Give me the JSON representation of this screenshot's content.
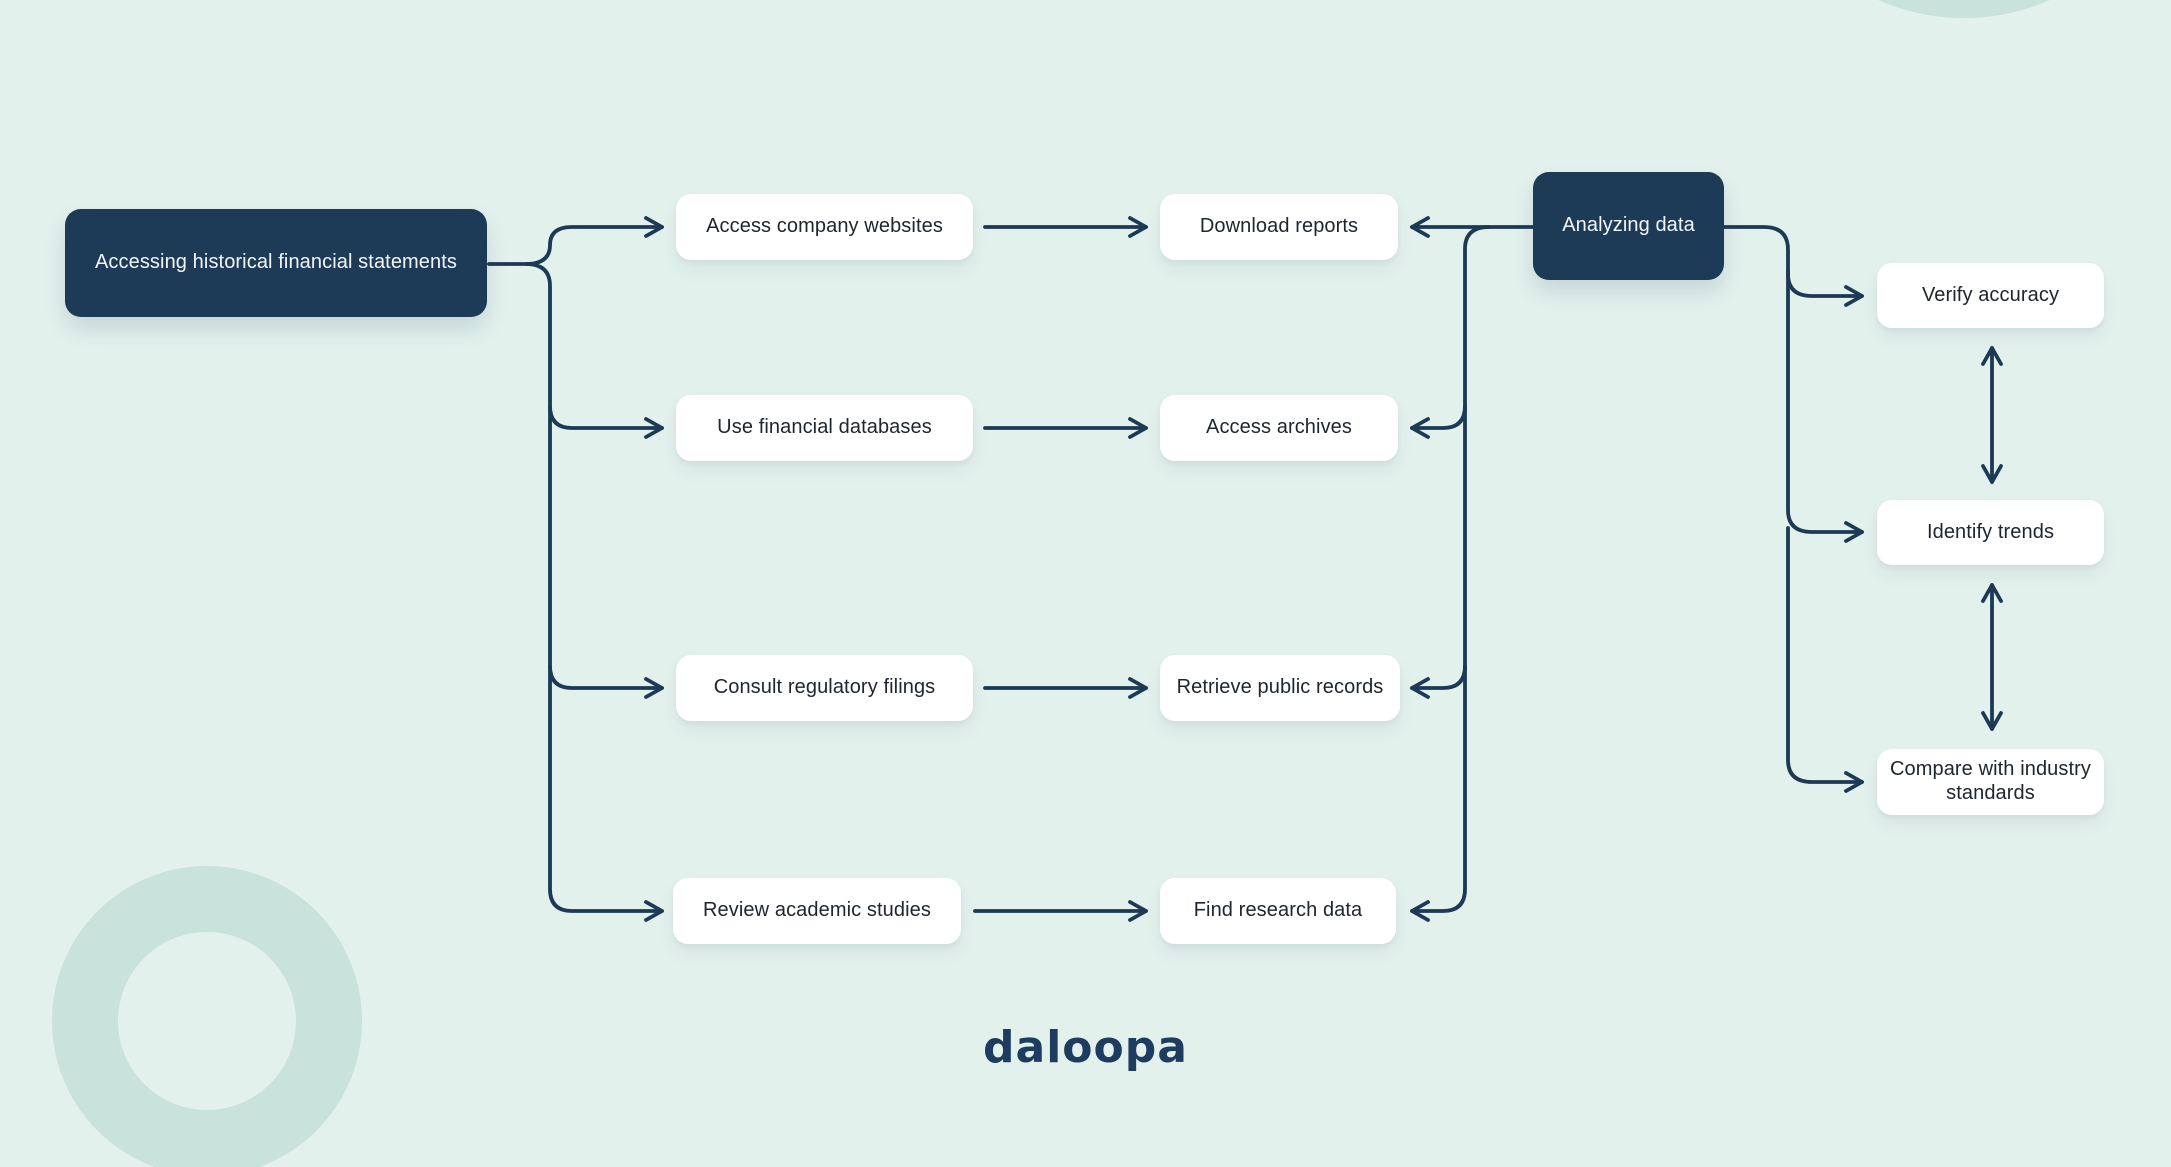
{
  "colors": {
    "background": "#e3f1ed",
    "ring": "#c9e2dc",
    "navy": "#1d3a57",
    "connector": "#1c3a55",
    "node_text": "#20262e",
    "node_text_on_dark": "#f2f6f8",
    "logo": "#1e3c60"
  },
  "flow": {
    "source": {
      "label": "Accessing historical financial statements"
    },
    "hub": {
      "label": "Analyzing data"
    },
    "methods": [
      {
        "label": "Access company websites"
      },
      {
        "label": "Use financial databases"
      },
      {
        "label": "Consult regulatory filings"
      },
      {
        "label": "Review academic studies"
      }
    ],
    "actions": [
      {
        "label": "Download reports"
      },
      {
        "label": "Access archives"
      },
      {
        "label": "Retrieve public records"
      },
      {
        "label": "Find research data"
      }
    ],
    "analysis": [
      {
        "label": "Verify accuracy"
      },
      {
        "label": "Identify trends"
      },
      {
        "label": "Compare with industry standards"
      }
    ]
  },
  "footer": {
    "brand": "daloopa"
  }
}
